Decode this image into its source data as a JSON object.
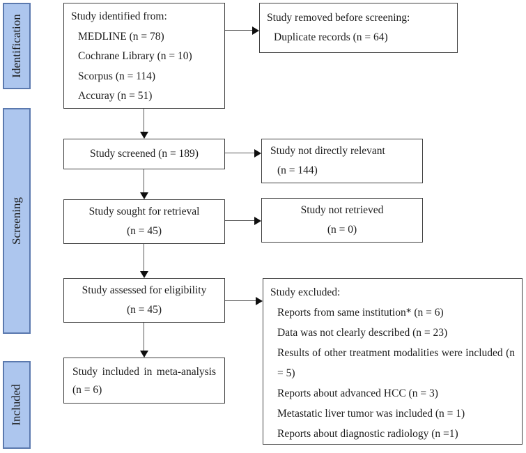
{
  "stages": [
    {
      "label": "Identification"
    },
    {
      "label": "Screening"
    },
    {
      "label": "Included"
    }
  ],
  "flow": {
    "identified": {
      "title": "Study identified from:",
      "items": [
        "MEDLINE (n = 78)",
        "Cochrane Library (n = 10)",
        "Scorpus (n = 114)",
        "Accuray (n = 51)"
      ]
    },
    "removed": {
      "title": "Study removed before screening:",
      "items": [
        "Duplicate records (n = 64)"
      ]
    },
    "screened": {
      "line1": "Study screened (n = 189)"
    },
    "not_relevant": {
      "line1": "Study not directly relevant",
      "line2": "(n = 144)"
    },
    "sought": {
      "line1": "Study sought for retrieval",
      "line2": "(n = 45)"
    },
    "not_retrieved": {
      "line1": "Study not retrieved",
      "line2": "(n = 0)"
    },
    "assessed": {
      "line1": "Study assessed for eligibility",
      "line2": "(n = 45)"
    },
    "excluded": {
      "title": "Study excluded:",
      "items": [
        "Reports from same institution* (n = 6)",
        "Data was not clearly described (n = 23)",
        "Results of other treatment modalities were included (n = 5)",
        "Reports about advanced HCC (n = 3)",
        "Metastatic liver tumor was included (n = 1)",
        "Reports about diagnostic radiology (n =1)"
      ]
    },
    "included": {
      "text": "Study included in meta-analysis (n = 6)"
    }
  },
  "colors": {
    "stage_fill": "#adc6ee",
    "stage_border": "#5b79ae",
    "box_border": "#3f3f3f",
    "arrow_line": "#595959",
    "arrow_head": "#0f0f0f"
  }
}
